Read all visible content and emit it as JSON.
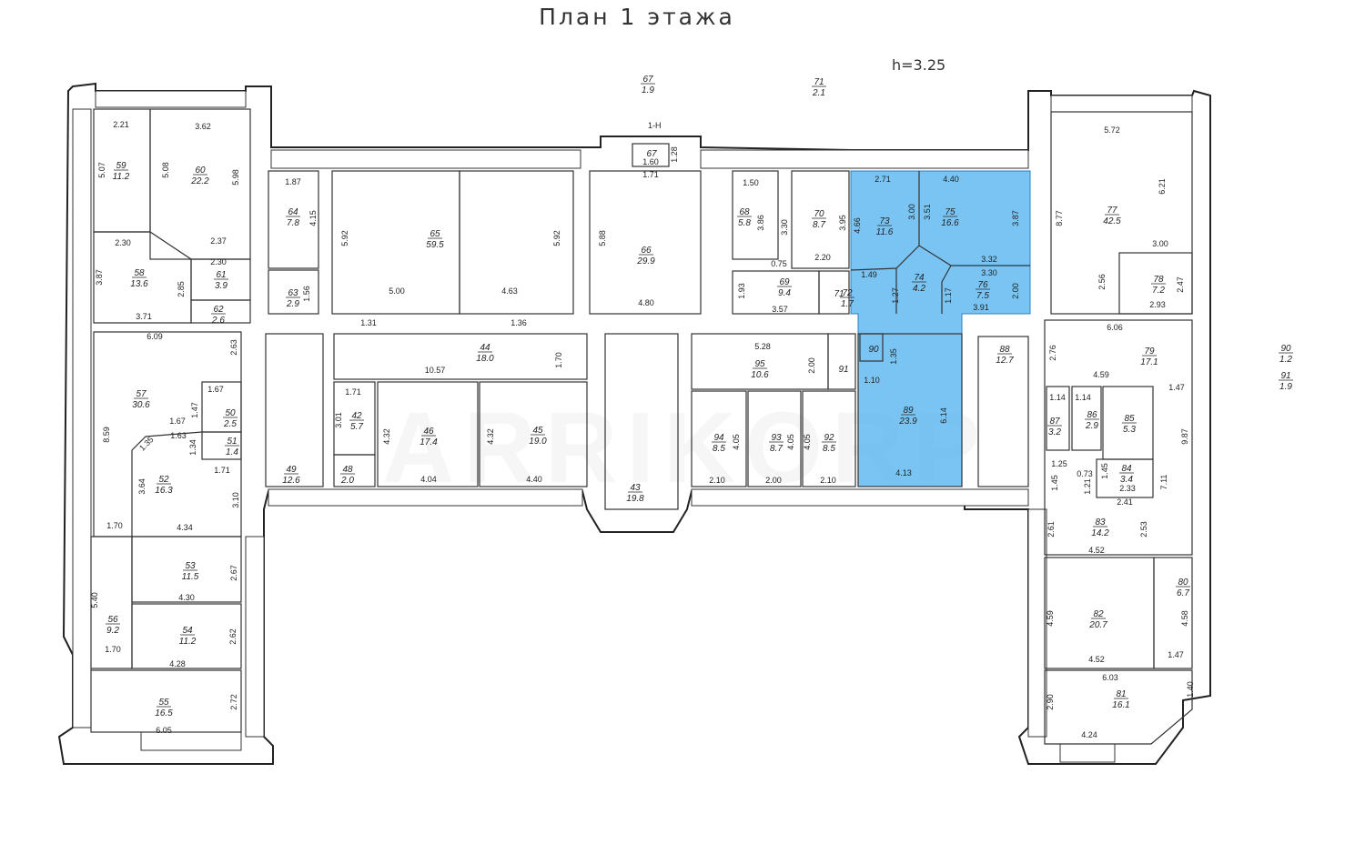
{
  "title": "План 1 этажа",
  "ceiling_height": "h=3.25",
  "watermark": "ARRIKORP",
  "stair_label": "1-Н",
  "highlight_color": "#4cb0ee",
  "rooms": [
    {
      "num": "59",
      "area": "11.2"
    },
    {
      "num": "60",
      "area": "22.2"
    },
    {
      "num": "58",
      "area": "13.6"
    },
    {
      "num": "61",
      "area": "3.9"
    },
    {
      "num": "62",
      "area": "2.6"
    },
    {
      "num": "64",
      "area": "7.8"
    },
    {
      "num": "63",
      "area": "2.9"
    },
    {
      "num": "65",
      "area": "59.5"
    },
    {
      "num": "66",
      "area": "29.9"
    },
    {
      "num": "67",
      "area": "1.9"
    },
    {
      "num": "71",
      "area": "2.1"
    },
    {
      "num": "68",
      "area": "5.8"
    },
    {
      "num": "70",
      "area": "8.7"
    },
    {
      "num": "69",
      "area": "9.4"
    },
    {
      "num": "71",
      "area": ""
    },
    {
      "num": "72",
      "area": "1.7",
      "highlighted": true
    },
    {
      "num": "73",
      "area": "11.6",
      "highlighted": true
    },
    {
      "num": "74",
      "area": "4.2",
      "highlighted": true
    },
    {
      "num": "75",
      "area": "16.6",
      "highlighted": true
    },
    {
      "num": "76",
      "area": "7.5",
      "highlighted": true
    },
    {
      "num": "77",
      "area": "42.5"
    },
    {
      "num": "78",
      "area": "7.2"
    },
    {
      "num": "44",
      "area": "18.0"
    },
    {
      "num": "57",
      "area": "30.6"
    },
    {
      "num": "50",
      "area": "2.5"
    },
    {
      "num": "51",
      "area": "1.4"
    },
    {
      "num": "52",
      "area": "16.3"
    },
    {
      "num": "49",
      "area": "12.6"
    },
    {
      "num": "42",
      "area": "5.7"
    },
    {
      "num": "48",
      "area": "2.0"
    },
    {
      "num": "46",
      "area": "17.4"
    },
    {
      "num": "45",
      "area": "19.0"
    },
    {
      "num": "43",
      "area": "19.8"
    },
    {
      "num": "95",
      "area": "10.6"
    },
    {
      "num": "91",
      "area": ""
    },
    {
      "num": "90",
      "area": "",
      "highlighted": true
    },
    {
      "num": "89",
      "area": "23.9",
      "highlighted": true
    },
    {
      "num": "94",
      "area": "8.5"
    },
    {
      "num": "93",
      "area": "8.7"
    },
    {
      "num": "92",
      "area": "8.5"
    },
    {
      "num": "88",
      "area": "12.7"
    },
    {
      "num": "79",
      "area": "17.1"
    },
    {
      "num": "87",
      "area": "3.2"
    },
    {
      "num": "86",
      "area": "2.9"
    },
    {
      "num": "85",
      "area": "5.3"
    },
    {
      "num": "84",
      "area": "3.4"
    },
    {
      "num": "83",
      "area": "14.2"
    },
    {
      "num": "82",
      "area": "20.7"
    },
    {
      "num": "80",
      "area": "6.7"
    },
    {
      "num": "81",
      "area": "16.1"
    },
    {
      "num": "53",
      "area": "11.5"
    },
    {
      "num": "56",
      "area": "9.2"
    },
    {
      "num": "54",
      "area": "11.2"
    },
    {
      "num": "55",
      "area": "16.5"
    },
    {
      "num": "90",
      "area": "1.2"
    },
    {
      "num": "91",
      "area": "1.9"
    },
    {
      "num": "67",
      "area": ""
    }
  ],
  "dimensions": [
    "2.21",
    "3.62",
    "5.07",
    "5.08",
    "5.98",
    "2.30",
    "2.37",
    "2.30",
    "3.87",
    "2.85",
    "3.71",
    "1.87",
    "4.15",
    "1.56",
    "5.92",
    "5.92",
    "5.00",
    "4.63",
    "1.31",
    "1.36",
    "5.88",
    "4.80",
    "1.50",
    "3.86",
    "3.30",
    "2.20",
    "3.95",
    "0.75",
    "1.93",
    "3.57",
    "2.71",
    "4.40",
    "4.66",
    "3.00",
    "3.51",
    "3.87",
    "3.32",
    "3.30",
    "1.49",
    "1.27",
    "1.17",
    "2.00",
    "3.91",
    "5.72",
    "6.21",
    "8.77",
    "3.00",
    "2.56",
    "2.47",
    "2.93",
    "6.06",
    "6.09",
    "2.63",
    "1.67",
    "1.47",
    "1.67",
    "1.63",
    "1.35",
    "1.34",
    "1.71",
    "8.59",
    "3.64",
    "3.10",
    "1.70",
    "4.34",
    "10.57",
    "1.70",
    "1.71",
    "3.01",
    "4.32",
    "4.32",
    "4.04",
    "4.40",
    "5.28",
    "2.00",
    "4.05",
    "4.05",
    "4.05",
    "2.10",
    "2.00",
    "2.10",
    "1.35",
    "1.10",
    "6.14",
    "4.13",
    "2.76",
    "4.59",
    "1.47",
    "1.14",
    "1.14",
    "9.87",
    "1.25",
    "0.73",
    "1.45",
    "1.45",
    "1.21",
    "2.33",
    "7.11",
    "2.41",
    "2.61",
    "2.53",
    "4.52",
    "4.59",
    "4.58",
    "4.52",
    "1.47",
    "6.03",
    "1.40",
    "2.90",
    "4.24",
    "5.40",
    "2.67",
    "4.30",
    "2.62",
    "1.70",
    "4.28",
    "2.72",
    "6.05",
    "1.60",
    "1.71",
    "1.28"
  ]
}
